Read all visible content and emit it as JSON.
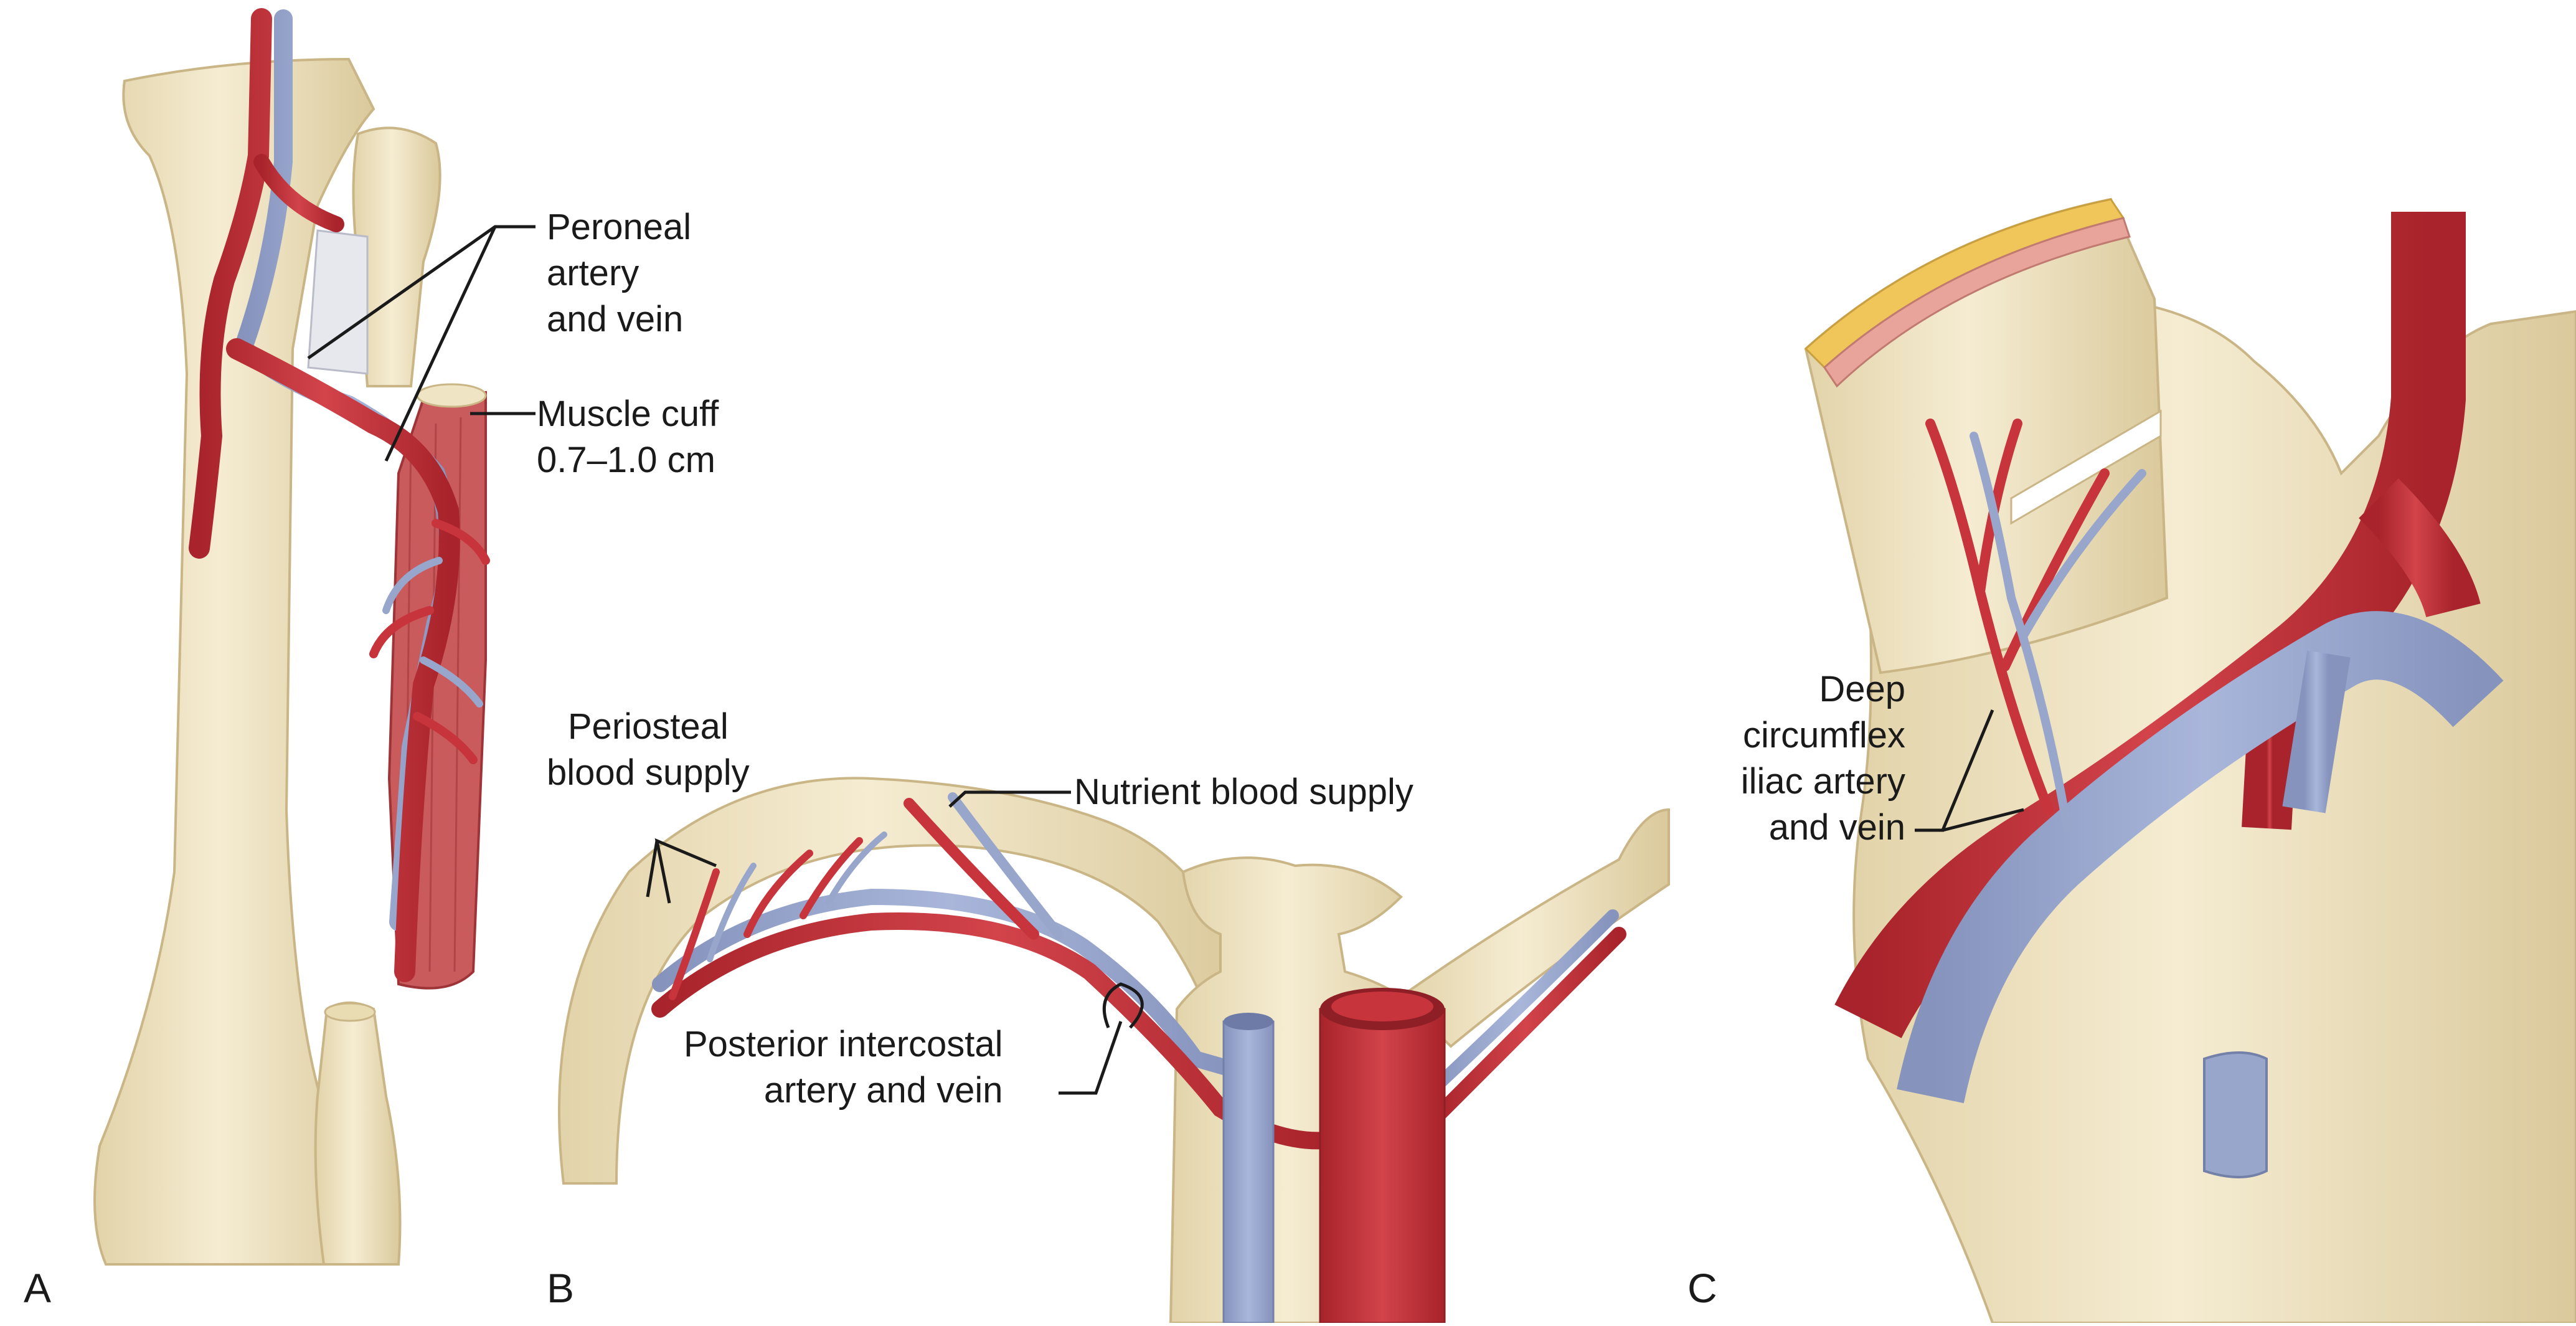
{
  "figure": {
    "panels": [
      {
        "letter": "A",
        "labels": [
          {
            "lines": [
              "Peroneal",
              "artery",
              "and vein"
            ]
          },
          {
            "lines": [
              "Muscle cuff",
              "0.7–1.0 cm"
            ]
          }
        ]
      },
      {
        "letter": "B",
        "labels": [
          {
            "lines": [
              "Periosteal",
              "blood supply"
            ]
          },
          {
            "lines": [
              "Nutrient blood supply"
            ]
          },
          {
            "lines": [
              "Posterior intercostal",
              "artery and vein"
            ]
          }
        ]
      },
      {
        "letter": "C",
        "labels": [
          {
            "lines": [
              "Deep",
              "circumflex",
              "iliac artery",
              "and vein"
            ]
          }
        ]
      }
    ]
  },
  "colors": {
    "bone": "#efe4c4",
    "bone_shadow": "#d9c89a",
    "artery": "#c7343c",
    "vein": "#98a6cc",
    "muscle": "#c85a5c",
    "fat": "#f0c65a",
    "skin": "#e8a49a"
  }
}
